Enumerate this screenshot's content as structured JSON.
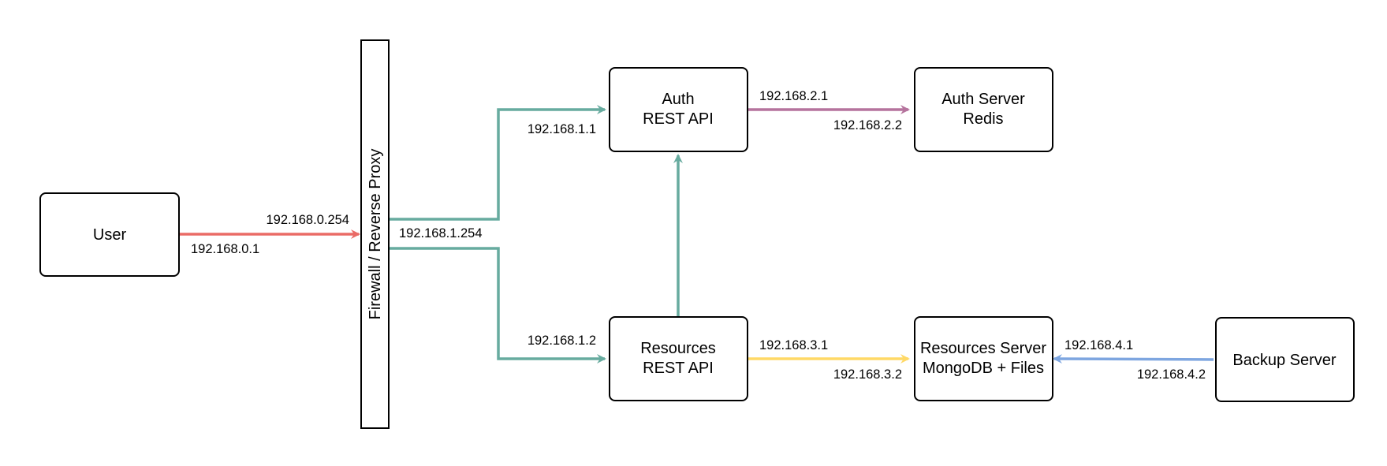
{
  "colors": {
    "user_link": "#ea6b66",
    "internal_link": "#67ab9f",
    "auth_link": "#b5739d",
    "resources_link": "#ffd966",
    "backup_link": "#7ea6e0",
    "node_border": "#000000",
    "background": "#ffffff"
  },
  "nodes": {
    "user": {
      "lines": [
        "User"
      ]
    },
    "firewall": {
      "lines": [
        "Firewall / Reverse Proxy"
      ]
    },
    "auth_api": {
      "lines": [
        "Auth",
        "REST API"
      ]
    },
    "auth_server": {
      "lines": [
        "Auth Server",
        "Redis"
      ]
    },
    "resources_api": {
      "lines": [
        "Resources",
        "REST API"
      ]
    },
    "resources_server": {
      "lines": [
        "Resources Server",
        "MongoDB + Files"
      ]
    },
    "backup_server": {
      "lines": [
        "Backup Server"
      ]
    }
  },
  "edges": {
    "user_to_firewall": {
      "source_ip": "192.168.0.1",
      "target_ip": "192.168.0.254"
    },
    "firewall_internal": {
      "ip": "192.168.1.254"
    },
    "firewall_to_auth_api": {
      "target_ip": "192.168.1.1"
    },
    "firewall_to_resources_api": {
      "target_ip": "192.168.1.2"
    },
    "resources_api_to_auth_api": {},
    "auth_api_to_auth_server": {
      "source_ip": "192.168.2.1",
      "target_ip": "192.168.2.2"
    },
    "resources_api_to_resources_server": {
      "source_ip": "192.168.3.1",
      "target_ip": "192.168.3.2"
    },
    "backup_to_resources_server": {
      "target_ip": "192.168.4.1",
      "source_ip": "192.168.4.2"
    }
  }
}
